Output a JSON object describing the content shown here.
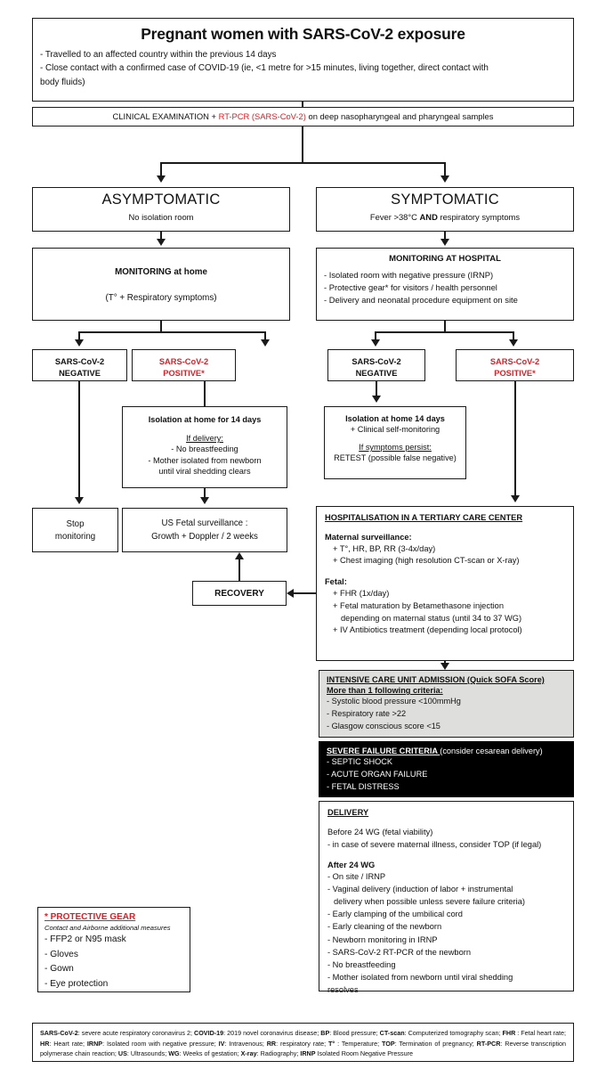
{
  "title": {
    "heading": "Pregnant women with SARS-CoV-2 exposure",
    "bullet1": "- Travelled  to an affected country within the previous 14 days",
    "bullet2": "- Close contact with a confirmed case of COVID-19  (ie, <1 metre for >15 minutes, living together, direct contact with",
    "bullet3": "body fluids)"
  },
  "clinical": {
    "prefix": "CLINICAL EXAMINATION + ",
    "highlight": "RT-PCR (SARS-CoV-2)",
    "suffix": " on deep nasopharyngeal and pharyngeal samples"
  },
  "asymptomatic": {
    "title": "ASYMPTOMATIC",
    "subtitle": "No isolation room"
  },
  "symptomatic": {
    "title": "SYMPTOMATIC",
    "sub_a": "Fever >38°C ",
    "sub_b": "AND",
    "sub_c": " respiratory symptoms"
  },
  "monitoring_home": {
    "title": "MONITORING at home",
    "detail": "(T° + Respiratory symptoms)"
  },
  "monitoring_hospital": {
    "title": "MONITORING AT HOSPITAL",
    "items": [
      "- Isolated room with negative pressure (IRNP)",
      "- Protective gear* for visitors / health personnel",
      "- Delivery and neonatal procedure equipment on site"
    ]
  },
  "results": {
    "left_negative": {
      "line1": "SARS-CoV-2",
      "line2": "NEGATIVE"
    },
    "left_positive": {
      "line1": "SARS-CoV-2",
      "line2": "POSITIVE*"
    },
    "right_negative": {
      "line1": "SARS-CoV-2",
      "line2": "NEGATIVE"
    },
    "right_positive": {
      "line1": "SARS-CoV-2",
      "line2": "POSITIVE*"
    }
  },
  "isolation_left": {
    "header": "Isolation at home for 14 days",
    "condition": "If delivery:",
    "items": [
      "- No breastfeeding",
      "- Mother isolated from newborn",
      "until viral shedding clears"
    ]
  },
  "isolation_right": {
    "header": "Isolation at home 14 days",
    "sub": "+ Clinical self-monitoring",
    "condition": "If symptoms persist:",
    "action": "RETEST (possible false negative)"
  },
  "stop_monitoring": {
    "line1": "Stop",
    "line2": "monitoring"
  },
  "us_fetal": {
    "line1": "US Fetal surveillance :",
    "line2": "Growth + Doppler / 2 weeks"
  },
  "recovery": {
    "label": "RECOVERY"
  },
  "hospitalisation": {
    "header": "HOSPITALISATION IN A TERTIARY CARE CENTER",
    "maternal_header": "Maternal surveillance:",
    "maternal_items": [
      "+ T°, HR, BP, RR (3-4x/day)",
      "+ Chest imaging (high resolution CT-scan or X-ray)"
    ],
    "fetal_header": "Fetal:",
    "fetal_items": [
      "+ FHR  (1x/day)",
      "+ Fetal maturation by Betamethasone injection",
      "depending on maternal status (until 34 to 37 WG)",
      "+ IV Antibiotics treatment (depending local protocol)"
    ]
  },
  "icu": {
    "header": "INTENSIVE CARE UNIT ADMISSION (Quick SOFA Score)",
    "criteria_header": "More than 1 following criteria:",
    "items": [
      "- Systolic blood pressure <100mmHg",
      "- Respiratory rate >22",
      "- Glasgow conscious score <15"
    ]
  },
  "severe_failure": {
    "header_main": "SEVERE FAILURE CRITERIA ",
    "header_note": "(consider cesarean delivery)",
    "items": [
      "- SEPTIC  SHOCK",
      "- ACUTE ORGAN FAILURE",
      "- FETAL DISTRESS"
    ]
  },
  "delivery": {
    "header": "DELIVERY",
    "before_header": "Before 24 WG ",
    "before_note": "(fetal viability)",
    "before_items": [
      "- in case of severe maternal illness, consider TOP (if legal)"
    ],
    "after_header": "After 24 WG",
    "after_items": [
      "- On site / IRNP",
      "- Vaginal delivery (induction of labor + instrumental",
      "delivery when possible unless severe failure criteria)",
      "- Early clamping of the umbilical cord",
      "- Early cleaning of the newborn",
      "- Newborn monitoring in IRNP",
      "- SARS-CoV-2 RT-PCR of the newborn",
      "- No breastfeeding",
      "- Mother isolated from newborn until viral shedding",
      "resolves"
    ]
  },
  "protective_gear": {
    "star": "* ",
    "header": "PROTECTIVE GEAR",
    "subtitle": "Contact and Airborne additional measures",
    "items": [
      "- FFP2 or N95 mask",
      "- Gloves",
      "- Gown",
      "- Eye protection"
    ]
  },
  "footer": {
    "line1_a": "SARS-CoV-2",
    "line1_b": ": severe acute respiratory coronavirus 2; ",
    "line1_c": "COVID-19",
    "line1_d": ": 2019 novel coronavirus disease; ",
    "line1_e": "BP",
    "line1_f": ": Blood pressure; ",
    "line1_g": "CT-scan",
    "line1_h": ": Computerized tomography scan; ",
    "line1_i": "FHR",
    "line1_j": " : Fetal heart rate; ",
    "line1_k": "HR",
    "line1_l": ": Heart rate; ",
    "line1_m": "IRNP",
    "line1_n": ": Isolated room with negative pressure; ",
    "line1_o": "IV",
    "line1_p": ": Intravenous; ",
    "line1_q": "RR",
    "line1_r": ": respiratory rate; ",
    "line1_s": "T°",
    "line1_t": " : Temperature; ",
    "line1_u": "TOP",
    "line1_v": ": Termination of pregnancy; ",
    "line1_w": "RT-PCR",
    "line1_x": ": Reverse transcription polymerase chain reaction; ",
    "line1_y": "US",
    "line1_z": ": Ultrasounds; ",
    "line2_a": "WG",
    "line2_b": ": Weeks of gestation; ",
    "line2_c": "X-ray",
    "line2_d": ": Radiography; ",
    "line2_e": "IRNP",
    "line2_f": " Isolated Room Negative Pressure"
  },
  "colors": {
    "accent_red": "#d1232a",
    "line": "#1a1a1a",
    "icu_bg": "#dededc",
    "severe_bg": "#000000"
  }
}
